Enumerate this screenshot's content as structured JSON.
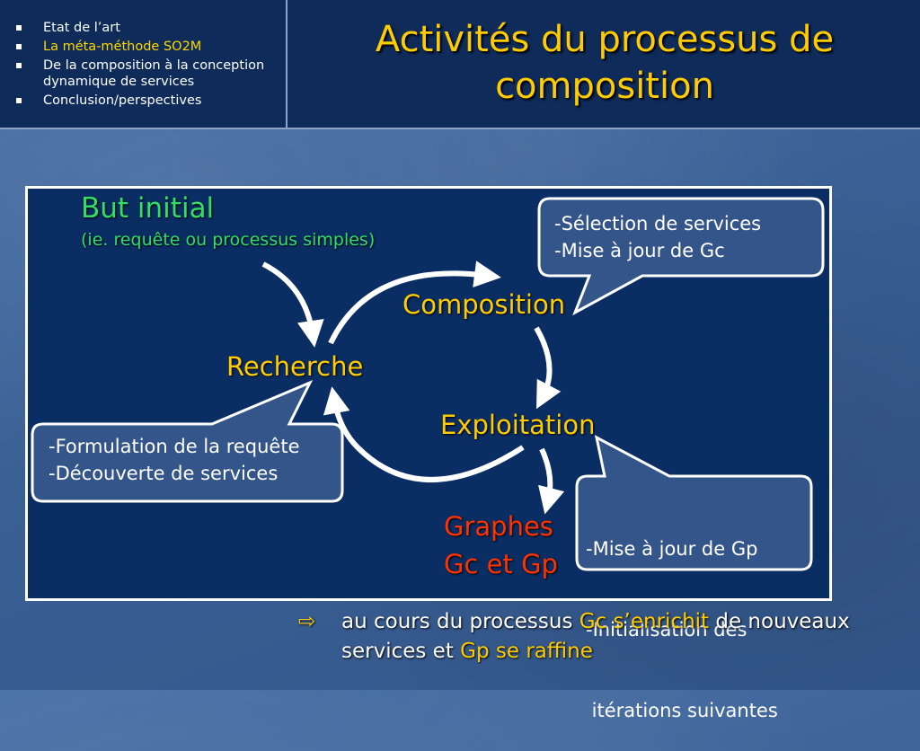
{
  "nav": {
    "items": [
      {
        "label": "Etat de l’art",
        "active": false
      },
      {
        "label": "La méta-méthode SO2M",
        "active": true
      },
      {
        "label": "De la composition à la conception dynamique de services",
        "active": false
      },
      {
        "label": "Conclusion/perspectives",
        "active": false
      }
    ]
  },
  "title": "Activités du processus de composition",
  "diagram": {
    "goal_title": "But initial",
    "goal_subtitle": "(ie. requête ou processus simples)",
    "nodes": {
      "composition": "Composition",
      "recherche": "Recherche",
      "exploitation": "Exploitation",
      "graphes_line1": "Graphes",
      "graphes_line2": "Gc et Gp"
    },
    "callouts": {
      "composition": [
        "-Sélection de services",
        "-Mise à jour de Gc"
      ],
      "recherche": [
        "-Formulation de la requête",
        "-Découverte de services"
      ],
      "exploitation": [
        "-Mise à jour de Gp",
        "-Initialisation des",
        " itérations suivantes"
      ]
    }
  },
  "note": {
    "symbol": "⇨",
    "part1": "au cours du processus ",
    "hl1": "Gc s’enrichit",
    "part2": " de nouveaux services et ",
    "hl2": "Gp se raffine"
  },
  "colors": {
    "title": "#ffcc00",
    "goal": "#33dd66",
    "node": "#ffcc00",
    "graphes": "#ff3300",
    "panel": "#0a2d63",
    "header": "#0f2b5a"
  }
}
